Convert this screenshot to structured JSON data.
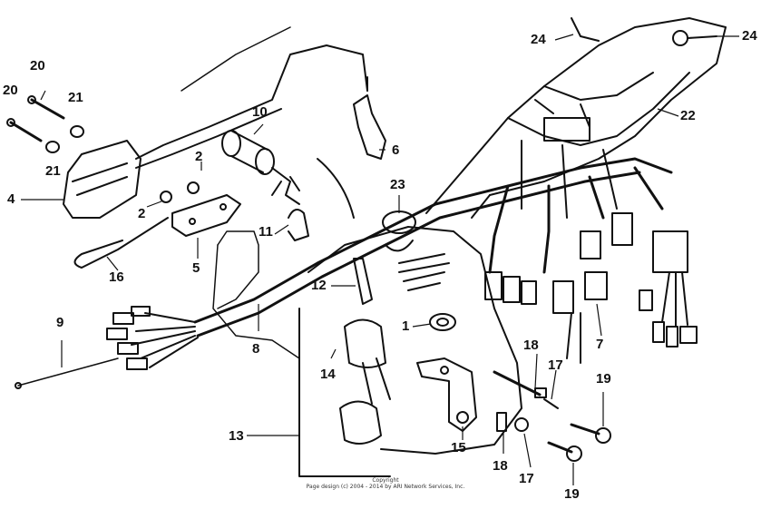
{
  "labels": {
    "l1": "1",
    "l2a": "2",
    "l2b": "2",
    "l4": "4",
    "l5": "5",
    "l6": "6",
    "l7": "7",
    "l8": "8",
    "l9": "9",
    "l10": "10",
    "l11": "11",
    "l12": "12",
    "l13": "13",
    "l14": "14",
    "l15": "15",
    "l16": "16",
    "l17a": "17",
    "l17b": "17",
    "l18a": "18",
    "l18b": "18",
    "l19a": "19",
    "l19b": "19",
    "l20a": "20",
    "l20b": "20",
    "l21a": "21",
    "l21b": "21",
    "l22": "22",
    "l23": "23",
    "l24a": "24",
    "l24b": "24"
  },
  "copyright": {
    "line1": "Copyright",
    "line2": "Page design (c) 2004 - 2014 by ARI Network Services, Inc."
  }
}
